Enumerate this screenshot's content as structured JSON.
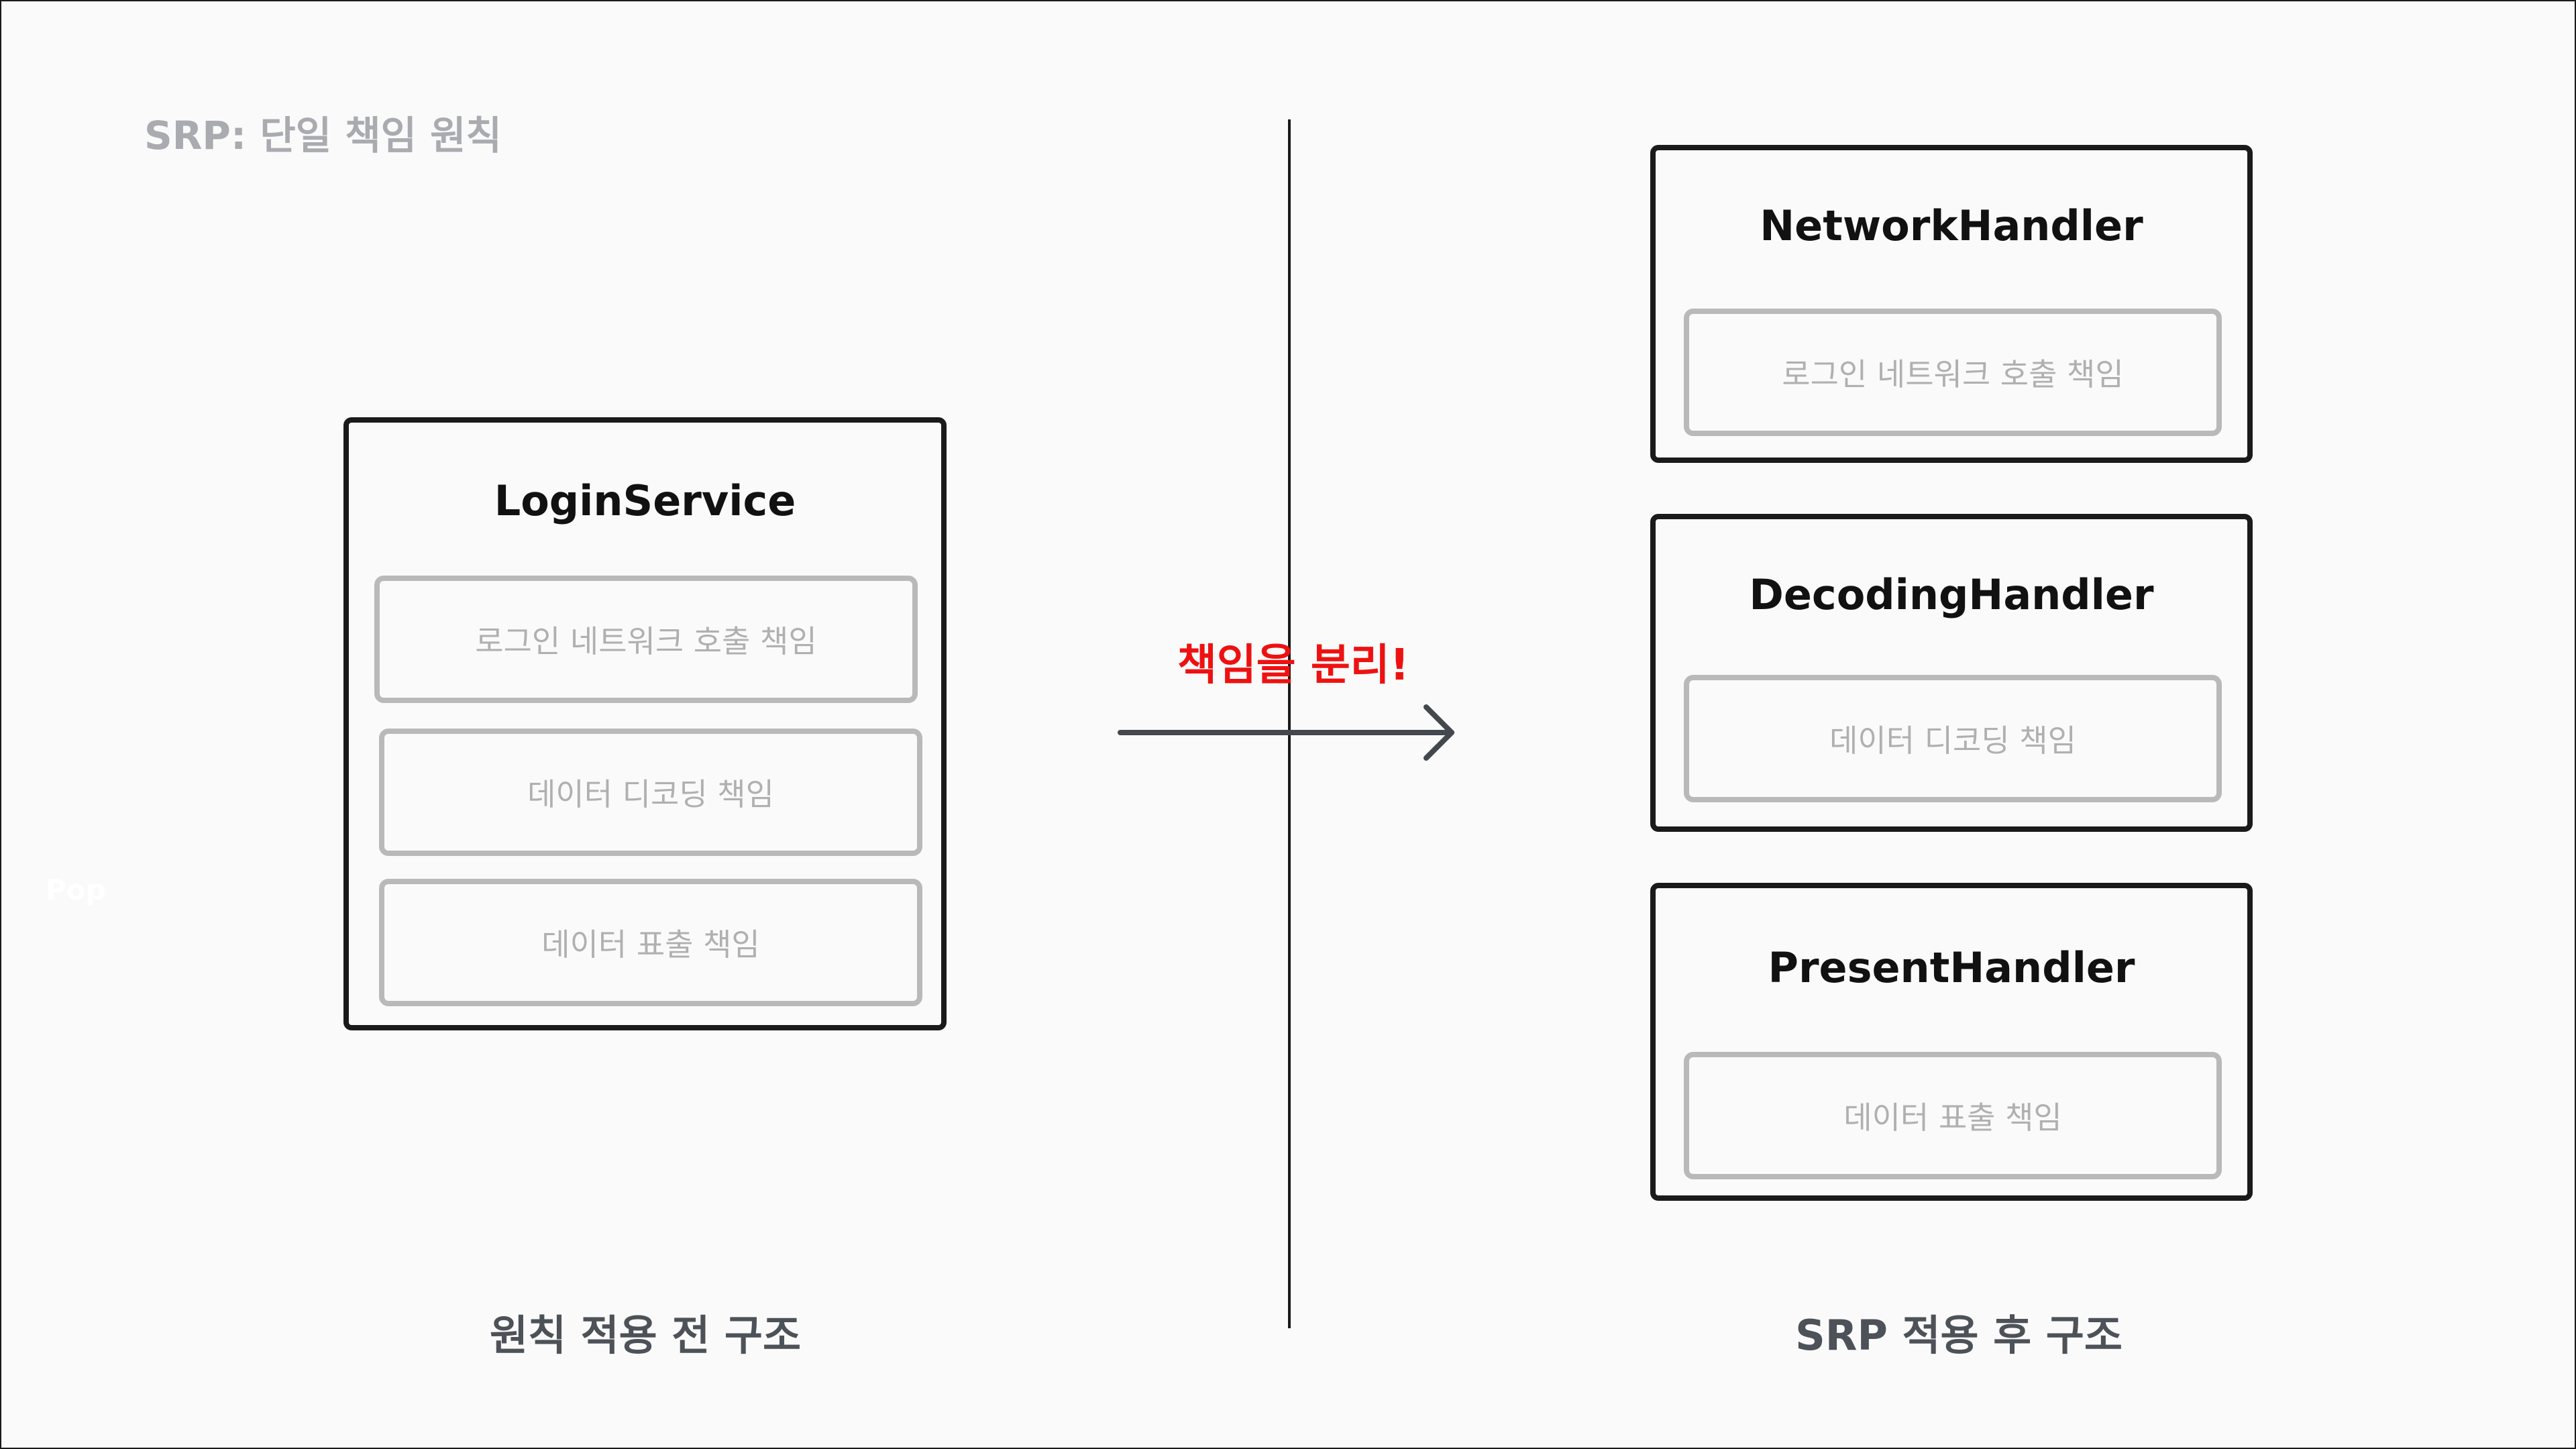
{
  "page": {
    "title": "SRP: 단일 책임 원칙",
    "ghost_text": "Pop"
  },
  "before": {
    "box_title": "LoginService",
    "responsibilities": [
      "로그인 네트워크 호출 책임",
      "데이터 디코딩 책임",
      "데이터 표출 책임"
    ],
    "caption": "원칙 적용 전 구조"
  },
  "arrow": {
    "label": "책임을 분리!"
  },
  "after": {
    "handlers": [
      {
        "title": "NetworkHandler",
        "responsibility": "로그인 네트워크 호출 책임"
      },
      {
        "title": "DecodingHandler",
        "responsibility": "데이터 디코딩 책임"
      },
      {
        "title": "PresentHandler",
        "responsibility": "데이터 표출 책임"
      }
    ],
    "caption": "SRP 적용 후 구조"
  },
  "colors": {
    "background": "#fafafa",
    "box_border": "#1a1a1a",
    "inner_border": "#b9b9b9",
    "inner_text": "#b0b0b0",
    "arrow_label": "#ee1111",
    "caption": "#4d5258",
    "title": "#a9abb0"
  }
}
